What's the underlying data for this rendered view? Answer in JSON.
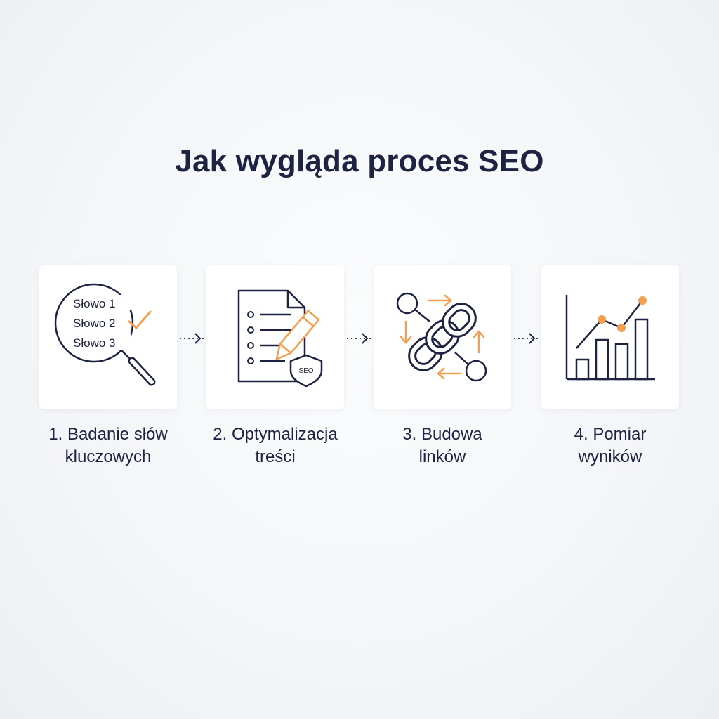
{
  "title": "Jak wygląda proces SEO",
  "colors": {
    "ink": "#1d2340",
    "accent": "#f0a050"
  },
  "steps": [
    {
      "label_line1": "1. Badanie słów",
      "label_line2": "kluczowych",
      "icon": "magnifier-keywords-icon",
      "keywords": [
        "Słowo 1",
        "Słowo 2",
        "Słowo 3"
      ]
    },
    {
      "label_line1": "2. Optymalizacja",
      "label_line2": "treści",
      "icon": "document-pencil-icon",
      "badge": "SEO"
    },
    {
      "label_line1": "3. Budowa",
      "label_line2": "linków",
      "icon": "chain-links-icon"
    },
    {
      "label_line1": "4. Pomiar",
      "label_line2": "wyników",
      "icon": "growth-chart-icon"
    }
  ]
}
